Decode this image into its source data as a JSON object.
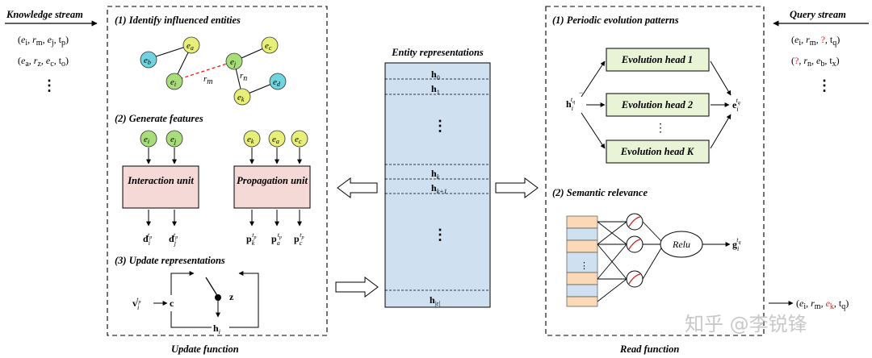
{
  "left": {
    "stream_label": "Knowledge stream",
    "facts": [
      {
        "pre": "(",
        "e1": "e",
        "e1_sub": "i",
        "r": "r",
        "r_sub": "m",
        "e2": "e",
        "e2_sub": "j",
        "t": "t",
        "t_sub": "p",
        "post": ")"
      },
      {
        "pre": "(",
        "e1": "e",
        "e1_sub": "a",
        "r": "r",
        "r_sub": "z",
        "e2": "e",
        "e2_sub": "c",
        "t": "t",
        "t_sub": "o",
        "post": ")"
      }
    ],
    "ellipsis": "⋮",
    "box_caption": "Update  function",
    "step1_title": "(1) Identify influenced entities",
    "step2_title": "(2) Generate features",
    "step3_title": "(3) Update representations",
    "graph": {
      "nodes": [
        {
          "name": "node-eb",
          "base": "e",
          "sub": "b",
          "color": "#6fd3e0"
        },
        {
          "name": "node-ea",
          "base": "e",
          "sub": "a",
          "color": "#e7ef79"
        },
        {
          "name": "node-ei",
          "base": "e",
          "sub": "i",
          "color": "#a8de7a"
        },
        {
          "name": "node-ej",
          "base": "e",
          "sub": "j",
          "color": "#a8de7a"
        },
        {
          "name": "node-ec",
          "base": "e",
          "sub": "c",
          "color": "#e7ef79"
        },
        {
          "name": "node-ed",
          "base": "e",
          "sub": "d",
          "color": "#6fd3e0"
        },
        {
          "name": "node-ek",
          "base": "e",
          "sub": "k",
          "color": "#e7ef79"
        }
      ],
      "edge_labels": [
        {
          "base": "r",
          "sub": "m"
        },
        {
          "base": "r",
          "sub": "n"
        }
      ]
    },
    "interaction_unit": "Interaction unit",
    "propagation_unit": "Propagation unit",
    "interaction_inputs": [
      {
        "base": "e",
        "sub": "i"
      },
      {
        "base": "e",
        "sub": "j"
      }
    ],
    "propagation_inputs": [
      {
        "base": "e",
        "sub": "k"
      },
      {
        "base": "e",
        "sub": "a"
      },
      {
        "base": "e",
        "sub": "c"
      }
    ],
    "interaction_outputs": [
      {
        "base": "d",
        "sub": "i",
        "sup": "t"
      },
      {
        "base": "d",
        "sub": "j",
        "sup": "t"
      }
    ],
    "propagation_outputs": [
      {
        "base": "p",
        "sub": "k",
        "sup": "t"
      },
      {
        "base": "p",
        "sub": "a",
        "sup": "t"
      },
      {
        "base": "p",
        "sub": "c",
        "sup": "t"
      }
    ],
    "sup_sub": "p",
    "update": {
      "v": "v",
      "v_sub": "i",
      "v_sup": "t",
      "v_sup_sub": "p",
      "c": "c",
      "z": "z",
      "h": "h",
      "h_sub": "i"
    }
  },
  "middle": {
    "title": "Entity representations",
    "rows": [
      {
        "base": "h",
        "sub": "0"
      },
      {
        "base": "h",
        "sub": "1"
      },
      {
        "base": "h",
        "sub": "k"
      },
      {
        "base": "h",
        "sub": "k+1"
      },
      {
        "base": "h",
        "sub": "|ε|"
      }
    ],
    "ellipsis": "⋮",
    "fill_color": "#cfe0f1"
  },
  "right": {
    "stream_label": "Query stream",
    "queries": [
      {
        "pre": "(",
        "e1": "e",
        "e1_sub": "i",
        "r": "r",
        "r_sub": "m",
        "q": "?",
        "t": "t",
        "t_sub": "q",
        "post": ")"
      },
      {
        "pre": "(",
        "q": "?",
        "r": "r",
        "r_sub": "n",
        "e2": "e",
        "e2_sub": "b",
        "t": "t",
        "t_sub": "x",
        "post": ")"
      }
    ],
    "ellipsis": "⋮",
    "box_caption": "Read   function",
    "step1_title": "(1) Periodic evolution patterns",
    "step2_title": "(2) Semantic relevance",
    "heads": [
      "Evolution head 1",
      "Evolution head 2",
      "Evolution head K"
    ],
    "head_ellipsis": "⋮",
    "head_fill": "#e9f3d6",
    "h_in": {
      "base": "h",
      "sub": "i",
      "sup": "t",
      "sup_sub": "q",
      "sup_mark": "−"
    },
    "e_out": {
      "base": "e",
      "sub": "i",
      "sup": "t",
      "sup_sub": "q"
    },
    "relu": "Relu",
    "g_out": {
      "base": "g",
      "sub": "i",
      "sup": "t",
      "sup_sub": "q"
    },
    "answer": {
      "pre": "(",
      "e1": "e",
      "e1_sub": "i",
      "r": "r",
      "r_sub": "m",
      "e2": "e",
      "e2_sub": "k",
      "t": "t",
      "t_sub": "q",
      "post": ")"
    },
    "question_color": "#e02020"
  },
  "watermark": "知乎 @李锐锋"
}
